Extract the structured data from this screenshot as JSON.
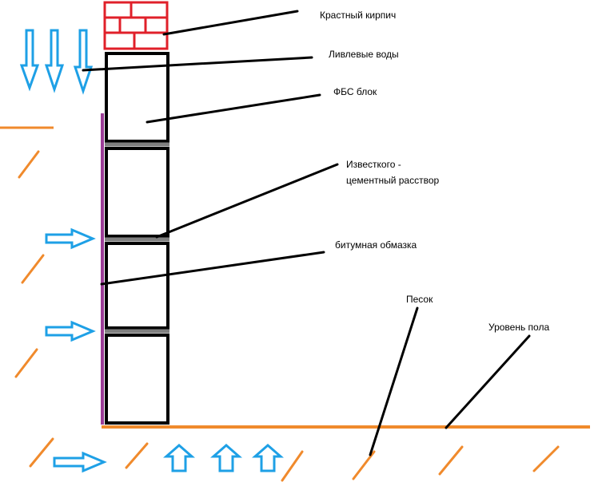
{
  "labels": {
    "brick": "Крастный кирпич",
    "water": "Ливлевые воды",
    "fbs": "ФБС блок",
    "mortar_1": "Известкого -",
    "mortar_2": "цементный расствор",
    "bitumen": "битумная обмазка",
    "sand": "Песок",
    "floor": "Уровень пола"
  },
  "colors": {
    "brick": "#e0202a",
    "block_outline": "#000000",
    "mortar": "#7f7f7f",
    "bitumen": "#9b3d97",
    "ground": "#f08a2c",
    "arrow": "#1ea0e6"
  }
}
